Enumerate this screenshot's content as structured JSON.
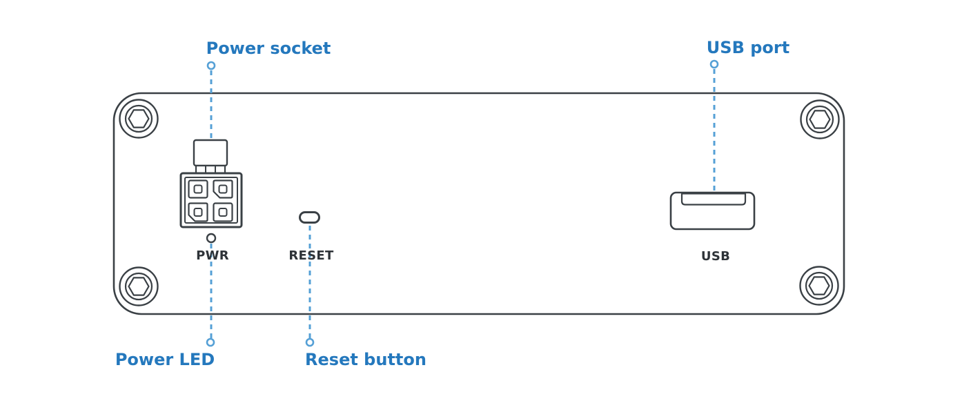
{
  "diagram": {
    "type": "device-rear-panel-diagram",
    "callouts": {
      "power_socket": "Power socket",
      "usb_port": "USB port",
      "power_led": "Power LED",
      "reset_button": "Reset button"
    },
    "panel_labels": {
      "pwr": "PWR",
      "reset": "RESET",
      "usb": "USB"
    },
    "components": [
      "power-socket-connector",
      "power-led-indicator",
      "reset-hole",
      "usb-port-connector",
      "corner-screws"
    ],
    "colors": {
      "callout_text": "#2478bd",
      "leader_line": "#55a0d6",
      "outline": "#3a4045",
      "panel_text": "#2e3338",
      "background": "#ffffff"
    }
  }
}
